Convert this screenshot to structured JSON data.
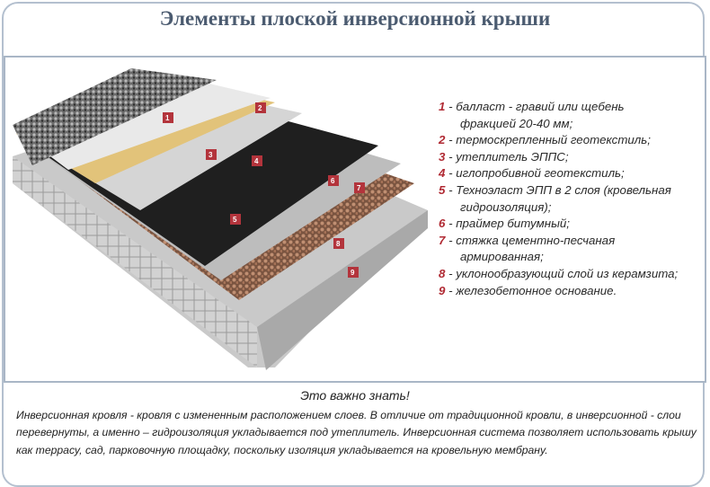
{
  "title": "Элементы плоской инверсионной крыши",
  "legend": [
    {
      "num": "1",
      "text": " - балласт - гравий или щебень",
      "cont": "фракцией 20-40 мм;"
    },
    {
      "num": "2",
      "text": " - термоскрепленный геотекстиль;"
    },
    {
      "num": "3",
      "text": " - утеплитель ЭППС;"
    },
    {
      "num": "4",
      "text": " - иглопробивной геотекстиль;"
    },
    {
      "num": "5",
      "text": " - Техноэласт ЭПП  в 2 слоя (кровельная",
      "cont": "гидроизоляция);"
    },
    {
      "num": "6",
      "text": " - праймер битумный;"
    },
    {
      "num": "7",
      "text": " - стяжка цементно-песчаная",
      "cont": "армированная;"
    },
    {
      "num": "8",
      "text": " - уклонообразующий слой из керамзита;"
    },
    {
      "num": "9",
      "text": " - железобетонное основание."
    }
  ],
  "note": {
    "heading": "Это важно знать!",
    "body": "Инверсионная кровля - кровля с измененным расположением слоев. В отличие от традиционной кровли, в инверсионной - слои перевернуты, а именно – гидроизоляция укладывается под утеплитель. Инверсионная система позволяет использовать крышу как террасу, сад, парковочную площадку, поскольку изоляция укладывается на кровельную мембрану."
  },
  "colors": {
    "title": "#4b5b70",
    "number": "#b02a33",
    "marker": "#b3343c"
  }
}
